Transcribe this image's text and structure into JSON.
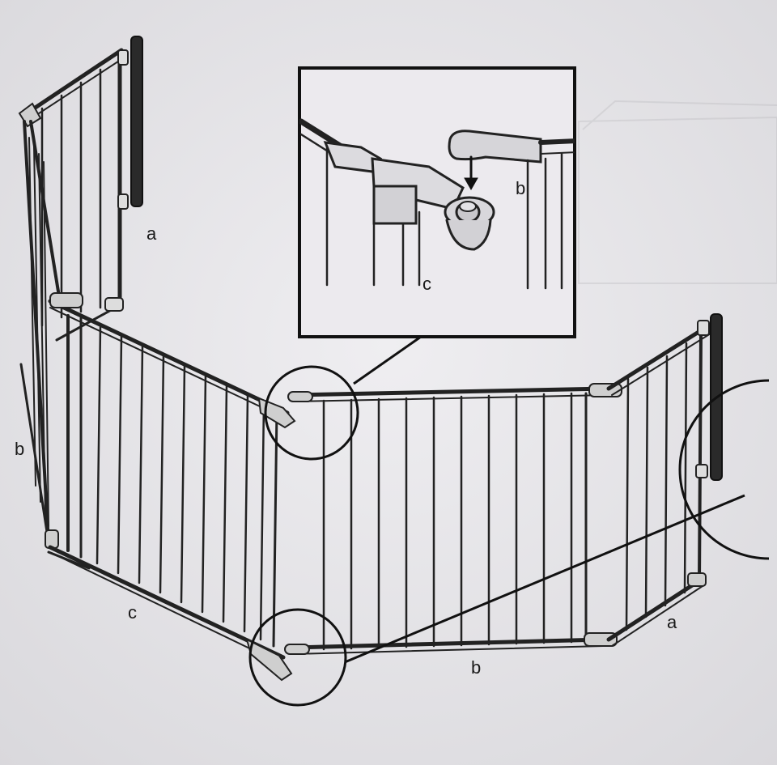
{
  "diagram": {
    "panel_labels": {
      "left_upper": "a",
      "left_side": "b",
      "front_bottom": "c",
      "bottom_right": "b",
      "right_side": "a"
    },
    "inset": {
      "label_top": "b",
      "label_bottom": "c",
      "arrow": "down"
    }
  }
}
